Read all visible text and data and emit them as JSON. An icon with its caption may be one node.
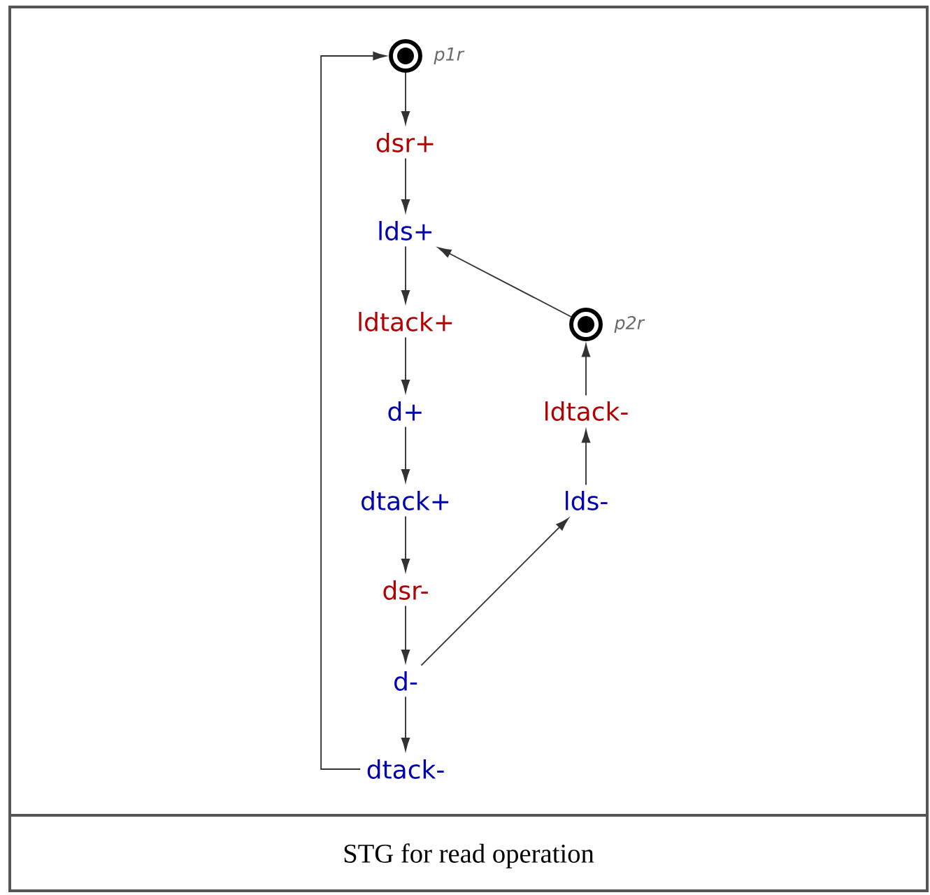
{
  "diagram": {
    "caption": "STG for read operation",
    "nodes": [
      {
        "text": [],
        "shape": "circle",
        "beside": [
          "p1r"
        ]
      },
      {
        "text": [
          "dsr+"
        ]
      },
      {
        "text": [
          "lds+"
        ]
      },
      {
        "text": [
          "ldtack+"
        ]
      },
      {
        "text": [
          "d+"
        ]
      },
      {
        "text": [
          "dtack+"
        ]
      },
      {
        "text": [
          "dsr-"
        ]
      },
      {
        "text": [
          "d-"
        ]
      },
      {
        "text": [
          "dtack-"
        ]
      },
      {
        "text": [],
        "shape": "circle",
        "beside": [
          "p2r"
        ]
      },
      {
        "text": [
          "ldtack-"
        ]
      },
      {
        "text": [
          "lds-"
        ]
      }
    ],
    "edges": [
      {
        "from": 0,
        "to": 1,
        "arrow": "to"
      },
      {
        "from": 1,
        "to": 2,
        "arrow": "to"
      },
      {
        "from": 2,
        "to": 3,
        "arrow": "to"
      },
      {
        "from": 3,
        "to": 4,
        "arrow": "to"
      },
      {
        "from": 4,
        "to": 5,
        "arrow": "to"
      },
      {
        "from": 5,
        "to": 6,
        "arrow": "to"
      },
      {
        "from": 6,
        "to": 7,
        "arrow": "to"
      },
      {
        "from": 7,
        "to": 8,
        "arrow": "to"
      },
      {
        "from": 8,
        "to": 0,
        "arrow": "to"
      },
      {
        "from": 7,
        "to": 11,
        "arrow": "to"
      },
      {
        "from": 11,
        "to": 10,
        "arrow": "to"
      },
      {
        "from": 10,
        "to": 9,
        "arrow": "to"
      },
      {
        "from": 9,
        "to": 2,
        "arrow": "to"
      }
    ]
  }
}
